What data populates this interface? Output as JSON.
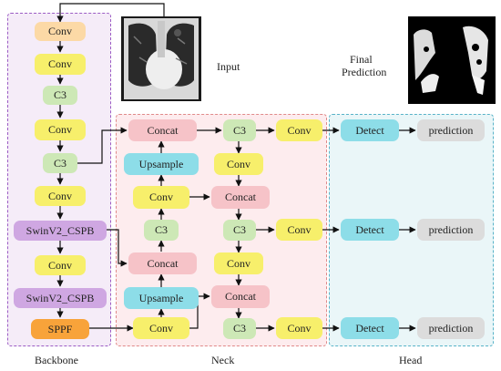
{
  "nodes": {
    "bb_conv1": "Conv",
    "bb_conv2": "Conv",
    "bb_c3_1": "C3",
    "bb_conv3": "Conv",
    "bb_c3_2": "C3",
    "bb_conv4": "Conv",
    "bb_swin1": "SwinV2_CSPB",
    "bb_conv5": "Conv",
    "bb_swin2": "SwinV2_CSPB",
    "bb_sppf": "SPPF",
    "nl_concat1": "Concat",
    "nl_upsample1": "Upsample",
    "nl_conv1": "Conv",
    "nl_c3": "C3",
    "nl_concat2": "Concat",
    "nl_upsample2": "Upsample",
    "nl_conv2": "Conv",
    "nr_c3_1": "C3",
    "nr_conv1": "Conv",
    "nr_concat1": "Concat",
    "nr_c3_2": "C3",
    "nr_conv2": "Conv",
    "nr_concat2": "Concat",
    "nr_c3_3": "C3",
    "h_conv1": "Conv",
    "h_conv2": "Conv",
    "h_conv3": "Conv",
    "detect1": "Detect",
    "detect2": "Detect",
    "detect3": "Detect",
    "pred1": "prediction",
    "pred2": "prediction",
    "pred3": "prediction"
  },
  "labels": {
    "input": "Input",
    "final_line1": "Final",
    "final_line2": "Prediction",
    "backbone": "Backbone",
    "neck": "Neck",
    "head": "Head"
  }
}
